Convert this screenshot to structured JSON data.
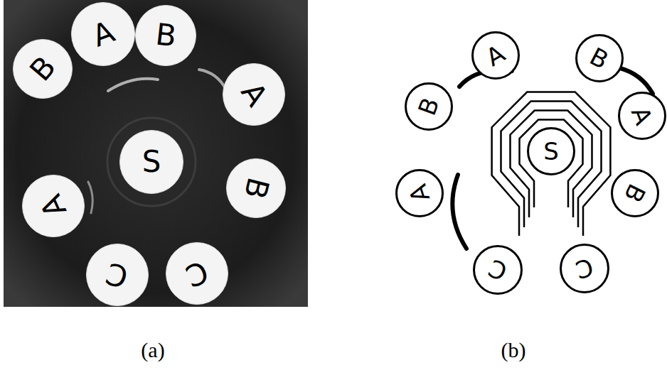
{
  "diagram": {
    "nodes": [
      {
        "text": [
          "A"
        ]
      },
      {
        "text": [
          "B"
        ]
      },
      {
        "text": [
          "B"
        ]
      },
      {
        "text": [
          "A"
        ]
      },
      {
        "text": [
          "S"
        ]
      },
      {
        "text": [
          "B"
        ]
      },
      {
        "text": [
          "A"
        ]
      },
      {
        "text": [
          "C"
        ]
      },
      {
        "text": [
          "C"
        ]
      },
      {
        "text": [
          "A"
        ]
      },
      {
        "text": [
          "B"
        ]
      },
      {
        "text": [
          "B"
        ]
      },
      {
        "text": [
          "A"
        ]
      },
      {
        "text": [
          "S"
        ]
      },
      {
        "text": [
          "B"
        ]
      },
      {
        "text": [
          "A"
        ]
      },
      {
        "text": [
          "C"
        ]
      },
      {
        "text": [
          "C"
        ]
      }
    ],
    "labels": [
      "(a)",
      "(b)"
    ]
  }
}
